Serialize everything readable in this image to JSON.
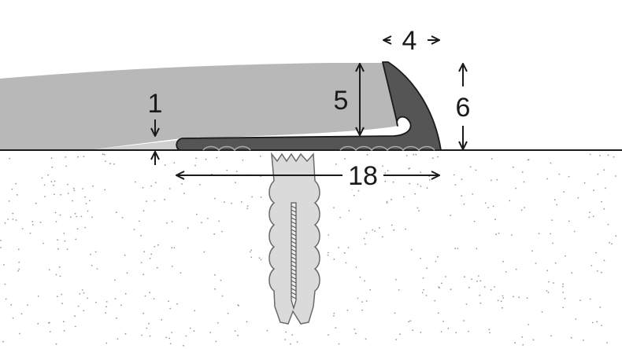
{
  "dimensions": {
    "lip_width": "4",
    "height_outer": "6",
    "height_inner": "5",
    "gap": "1",
    "base_length": "18"
  },
  "colors": {
    "floor_covering": "#b8b8b8",
    "profile": "#555555",
    "dowel": "#dadada",
    "outline": "#1a1a1a",
    "ground_dots": "#9a9a9a"
  }
}
